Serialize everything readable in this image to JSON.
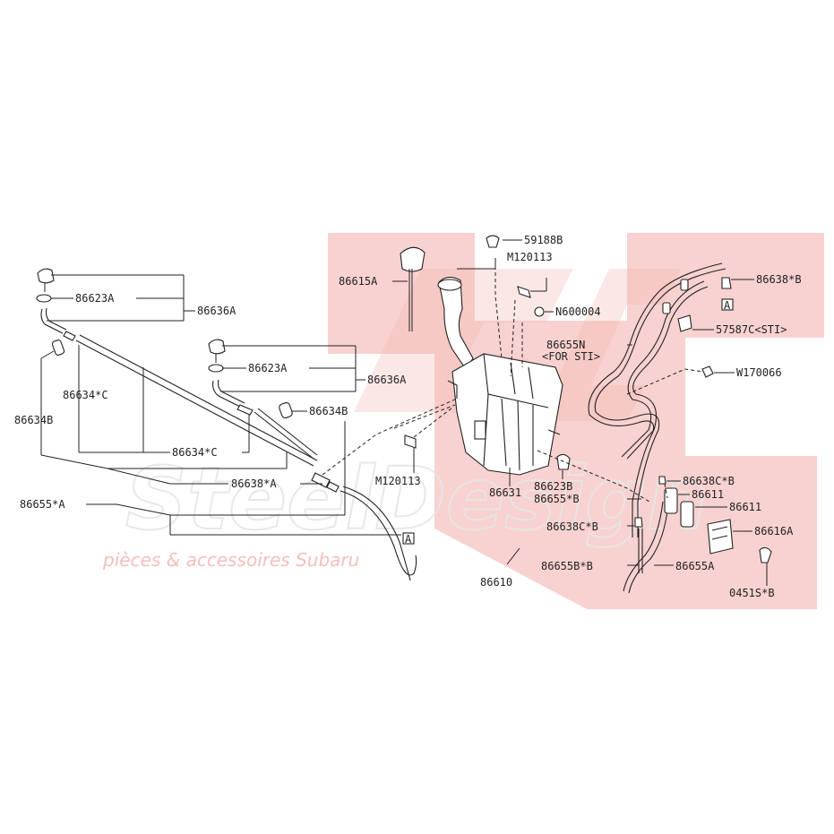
{
  "colors": {
    "highlight": "#f8d2d0",
    "watermark_grey": "#e4e4e4",
    "watermark_red": "#f3b8b4"
  },
  "watermark": {
    "brand": "SteelDesign",
    "tagline": "pièces & accessoires Subaru"
  },
  "labels": {
    "p59188B": "59188B",
    "pM120113_top": "M120113",
    "p86615A": "86615A",
    "pN600004": "N600004",
    "p86638B": "86638*B",
    "p86655N": "86655N",
    "p86655N_note": "<FOR STI>",
    "p57587C": "57587C<STI>",
    "pW170066": "W170066",
    "pM120113_bottom": "M120113",
    "p86631": "86631",
    "p86623B": "86623B",
    "p86655B": "86655*B",
    "p86638CB_upper": "86638C*B",
    "p86611_a": "86611",
    "p86611_b": "86611",
    "p86616A": "86616A",
    "p86638CB_lower": "86638C*B",
    "p86655BB": "86655B*B",
    "p86655A": "86655A",
    "p0451SB": "0451S*B",
    "p86610": "86610",
    "p86623A_left": "86623A",
    "p86636A_left": "86636A",
    "p86623A_mid": "86623A",
    "p86636A_mid": "86636A",
    "p86634C_upper": "86634*C",
    "p86634B_left": "86634B",
    "p86634B_mid": "86634B",
    "p86634C_lower": "86634*C",
    "p86638A": "86638*A",
    "p86655A_star": "86655*A",
    "refA_right": "A",
    "refA_left": "A"
  }
}
